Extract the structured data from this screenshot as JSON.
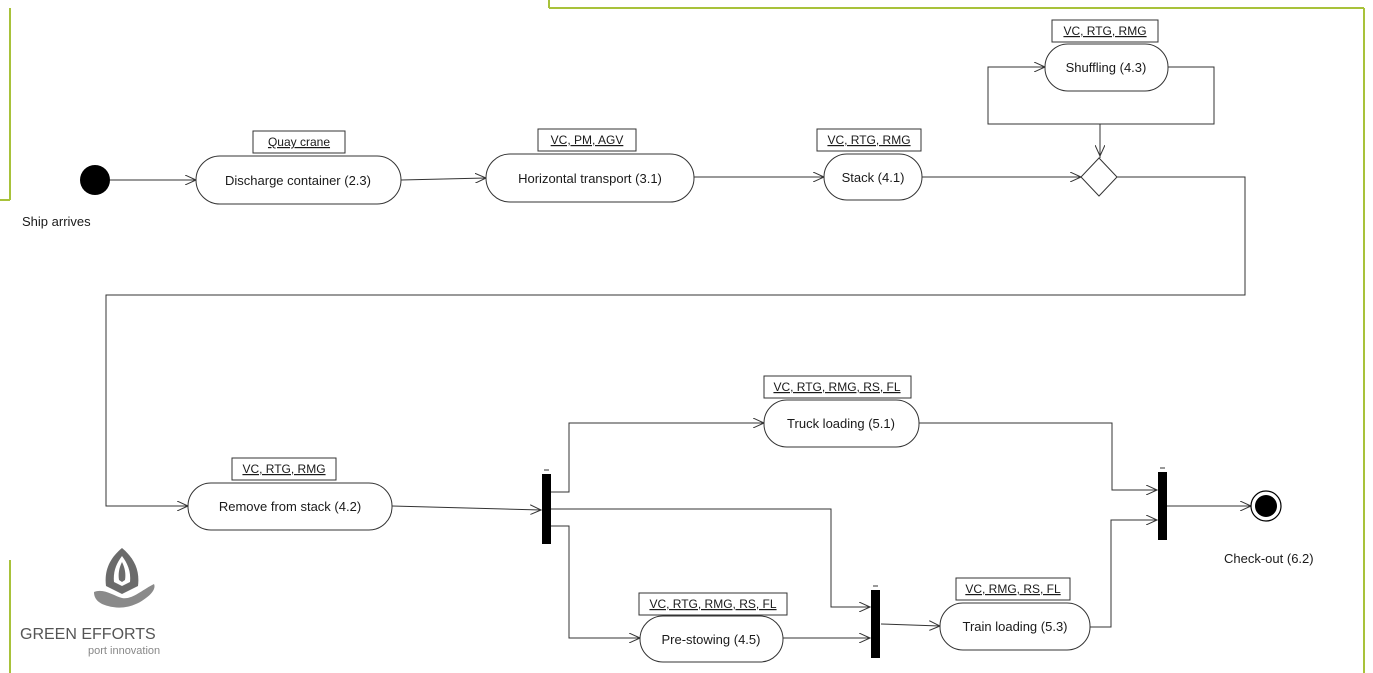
{
  "accent_color": "#a8c23a",
  "start_label": "Ship arrives",
  "end_label": "Check-out (6.2)",
  "nodes": {
    "discharge": {
      "label": "Discharge container (2.3)",
      "resources": "Quay crane"
    },
    "horizontal": {
      "label": "Horizontal transport (3.1)",
      "resources": "VC, PM, AGV"
    },
    "stack": {
      "label": "Stack (4.1)",
      "resources": "VC, RTG, RMG"
    },
    "shuffling": {
      "label": "Shuffling (4.3)",
      "resources": "VC, RTG, RMG"
    },
    "remove": {
      "label": "Remove from stack (4.2)",
      "resources": "VC, RTG, RMG"
    },
    "truck": {
      "label": "Truck loading (5.1)",
      "resources": "VC, RTG, RMG, RS, FL"
    },
    "prestow": {
      "label": "Pre-stowing (4.5)",
      "resources": "VC, RTG, RMG, RS, FL"
    },
    "train": {
      "label": "Train loading (5.3)",
      "resources": "VC, RMG, RS, FL"
    }
  },
  "logo": {
    "name": "GREEN EFFORTS",
    "tagline": "port innovation",
    "icon": "ship-hand-icon"
  }
}
